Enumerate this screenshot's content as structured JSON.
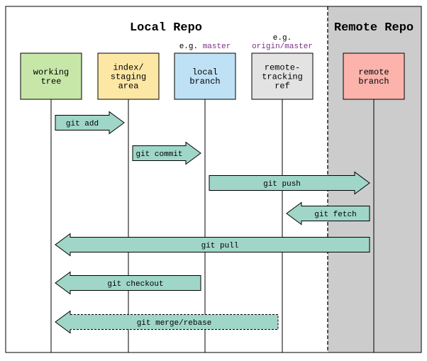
{
  "sections": {
    "local_title": "Local Repo",
    "remote_title": "Remote Repo"
  },
  "columns": [
    {
      "id": "working-tree",
      "lines": [
        "working",
        "tree"
      ],
      "fill": "#c6e7a8",
      "prefix": "",
      "ref": ""
    },
    {
      "id": "staging-area",
      "lines": [
        "index/",
        "staging",
        "area"
      ],
      "fill": "#fde7a4",
      "prefix": "",
      "ref": ""
    },
    {
      "id": "local-branch",
      "lines": [
        "local",
        "branch"
      ],
      "fill": "#bfe1f5",
      "prefix": "e.g.",
      "ref": "master"
    },
    {
      "id": "remote-tracking-ref",
      "lines": [
        "remote-",
        "tracking",
        "ref"
      ],
      "fill": "#e3e3e3",
      "prefix": "e.g.",
      "ref": "origin/master"
    },
    {
      "id": "remote-branch",
      "lines": [
        "remote",
        "branch"
      ],
      "fill": "#fbb3ac",
      "prefix": "",
      "ref": ""
    }
  ],
  "commands": [
    {
      "id": "git-add",
      "label": "git add",
      "from": 0,
      "to": 1,
      "dashed": false
    },
    {
      "id": "git-commit",
      "label": "git commit",
      "from": 1,
      "to": 2,
      "dashed": false
    },
    {
      "id": "git-push",
      "label": "git push",
      "from": 2,
      "to": 4,
      "dashed": false
    },
    {
      "id": "git-fetch",
      "label": "git fetch",
      "from": 4,
      "to": 3,
      "dashed": false
    },
    {
      "id": "git-pull",
      "label": "git pull",
      "from": 4,
      "to": 0,
      "dashed": false
    },
    {
      "id": "git-checkout",
      "label": "git checkout",
      "from": 2,
      "to": 0,
      "dashed": false
    },
    {
      "id": "git-merge-rebase",
      "label": "git merge/rebase",
      "from": 3,
      "to": 0,
      "dashed": true
    }
  ],
  "colors": {
    "arrow_fill": "#9fd6c8",
    "remote_background": "#cccccc",
    "ref_text": "#7a2f86"
  }
}
